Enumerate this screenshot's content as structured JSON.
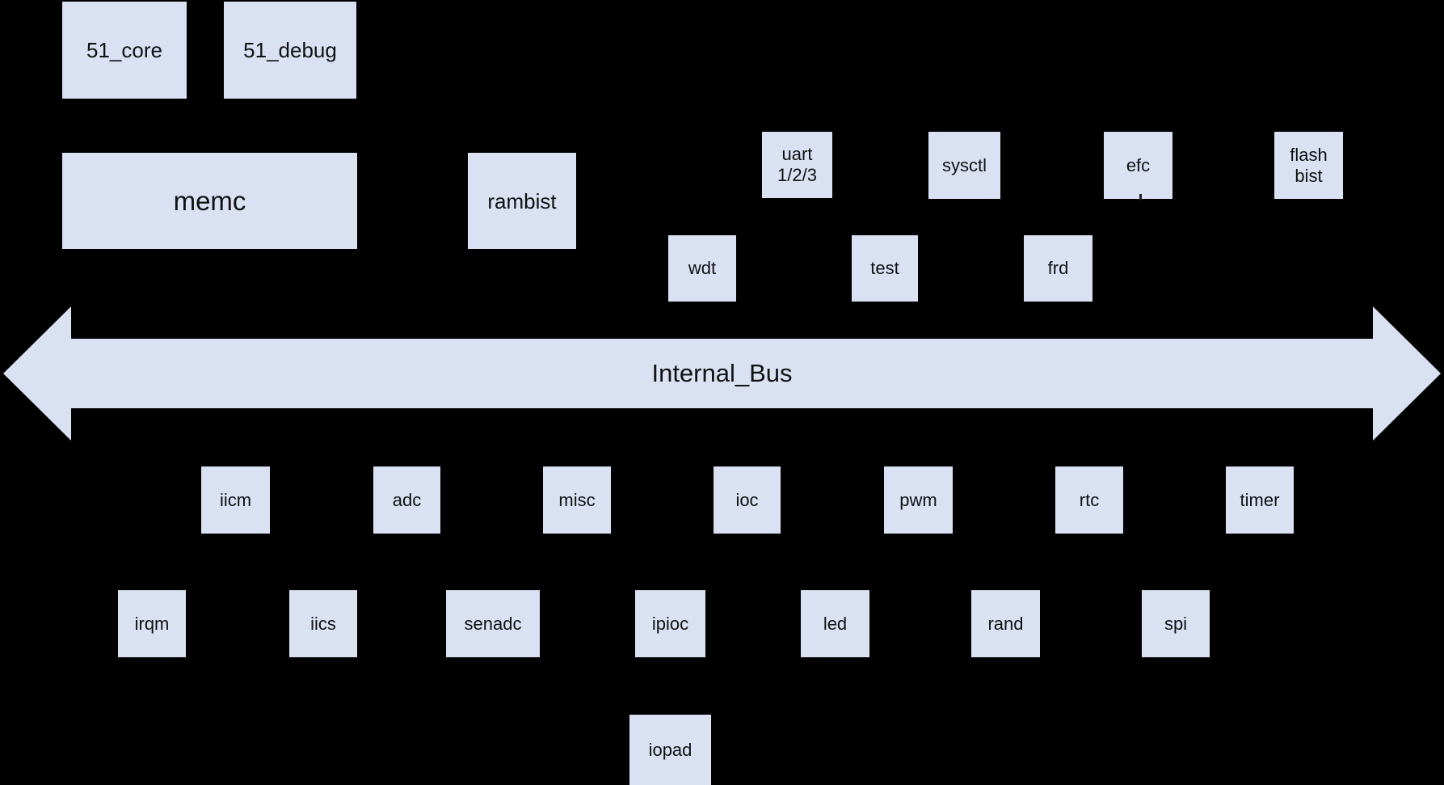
{
  "theme": {
    "background": "#000000",
    "block_fill": "#dae1f3",
    "block_text": "#111111"
  },
  "bus": {
    "label": "Internal_Bus"
  },
  "blocks": {
    "core51": {
      "label": "51_core"
    },
    "debug51": {
      "label": "51_debug"
    },
    "memc": {
      "label": "memc"
    },
    "rambist": {
      "label": "rambist"
    },
    "uart": {
      "line1": "uart",
      "line2": "1/2/3"
    },
    "sysctl": {
      "label": "sysctl"
    },
    "efc": {
      "label": "efc"
    },
    "flashbist": {
      "line1": "flash",
      "line2": "bist"
    },
    "wdt": {
      "label": "wdt"
    },
    "test": {
      "label": "test"
    },
    "frd": {
      "label": "frd"
    },
    "iicm": {
      "label": "iicm"
    },
    "adc": {
      "label": "adc"
    },
    "misc": {
      "label": "misc"
    },
    "ioc": {
      "label": "ioc"
    },
    "pwm": {
      "label": "pwm"
    },
    "rtc": {
      "label": "rtc"
    },
    "timer": {
      "label": "timer"
    },
    "irqm": {
      "label": "irqm"
    },
    "iics": {
      "label": "iics"
    },
    "senadc": {
      "label": "senadc"
    },
    "ipioc": {
      "label": "ipioc"
    },
    "led": {
      "label": "led"
    },
    "rand": {
      "label": "rand"
    },
    "spi": {
      "label": "spi"
    },
    "iopad": {
      "label": "iopad"
    }
  }
}
